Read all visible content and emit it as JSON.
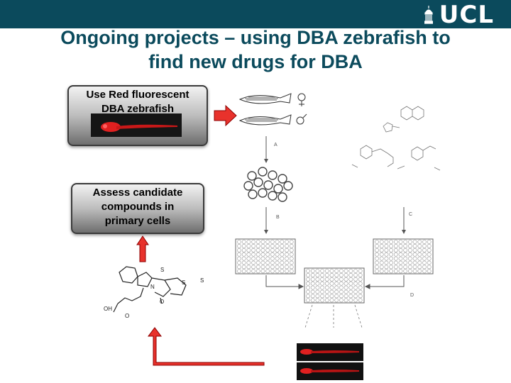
{
  "header": {
    "logo_text": "UCL",
    "bar_color": "#0b4a5c"
  },
  "slide": {
    "title_line1": "Ongoing projects – using DBA zebrafish to",
    "title_line2": "find new drugs for DBA"
  },
  "steps": {
    "step1": {
      "label_line1": "Use Red fluorescent",
      "label_line2": "DBA zebrafish"
    },
    "step2": {
      "label_line1": "Assess candidate",
      "label_line2": "compounds in",
      "label_line3": "primary cells"
    }
  },
  "diagram": {
    "label_a": "A",
    "label_b": "B",
    "label_c": "C",
    "label_d": "D"
  },
  "molecule": {
    "atom_s1": "S",
    "atom_s2": "S",
    "atom_s3": "S",
    "atom_n": "N",
    "atom_o": "O",
    "atom_oh": "OH",
    "atom_o2": "O"
  },
  "colors": {
    "arrow_red": "#e8322c",
    "fluorescence": "#e02020"
  }
}
